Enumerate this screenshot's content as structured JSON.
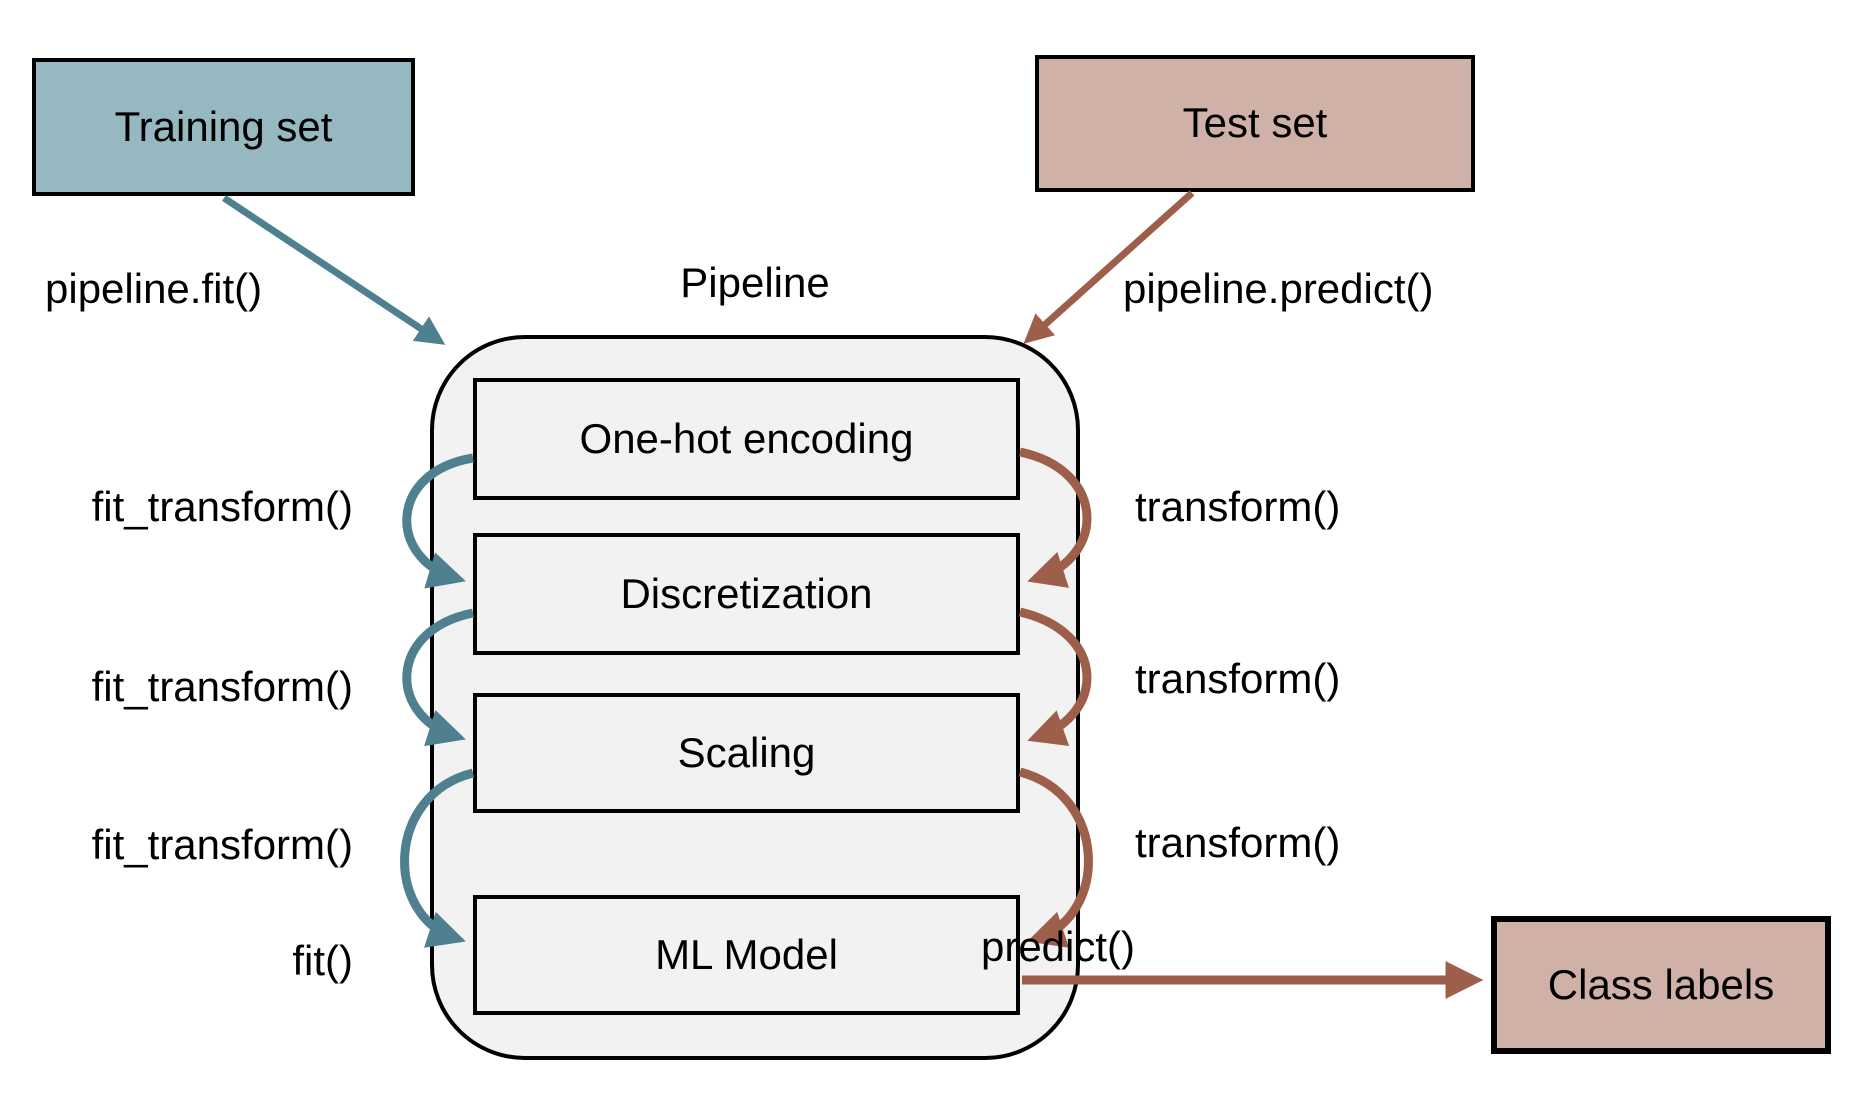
{
  "title": "Pipeline",
  "nodes": {
    "training_set": {
      "label": "Training set"
    },
    "test_set": {
      "label": "Test set"
    },
    "class_labels": {
      "label": "Class labels"
    }
  },
  "steps": [
    {
      "label": "One-hot encoding"
    },
    {
      "label": "Discretization"
    },
    {
      "label": "Scaling"
    },
    {
      "label": "ML Model"
    }
  ],
  "edges": {
    "pipeline_fit": "pipeline.fit()",
    "pipeline_predict": "pipeline.predict()",
    "fit_transform_1": "fit_transform()",
    "fit_transform_2": "fit_transform()",
    "fit_transform_3": "fit_transform()",
    "fit": "fit()",
    "transform_1": "transform()",
    "transform_2": "transform()",
    "transform_3": "transform()",
    "predict": "predict()"
  },
  "colors": {
    "train_fill": "#96b8c0",
    "test_fill": "#cfb1a7",
    "container_fill": "#f2f2f2",
    "teal_arrow": "#4f808f",
    "brown_arrow": "#9e5f4a",
    "border": "#000000",
    "background": "#ffffff",
    "text": "#000000"
  }
}
